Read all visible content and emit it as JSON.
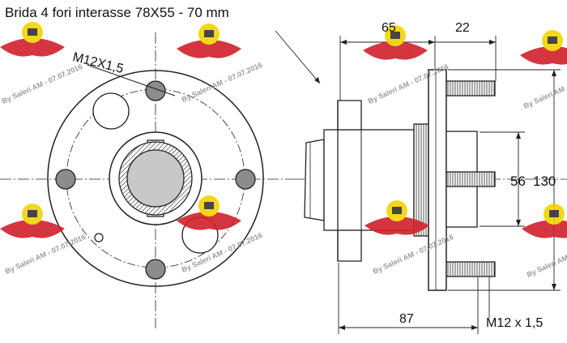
{
  "title": "Brida 4 fori interasse 78X55 - 70 mm",
  "front_view": {
    "thread_label": "M12X1,5"
  },
  "side_view": {
    "dim_top_left": "65",
    "dim_top_right": "22",
    "dim_inner_height": "56",
    "dim_outer_height": "130",
    "dim_bottom_width": "87",
    "thread_label": "M12 x 1,5"
  },
  "watermark": {
    "text": "By Saleri AM - 07.07.2016",
    "logo_color": "#d0202a",
    "badge_color": "#f2d400"
  }
}
